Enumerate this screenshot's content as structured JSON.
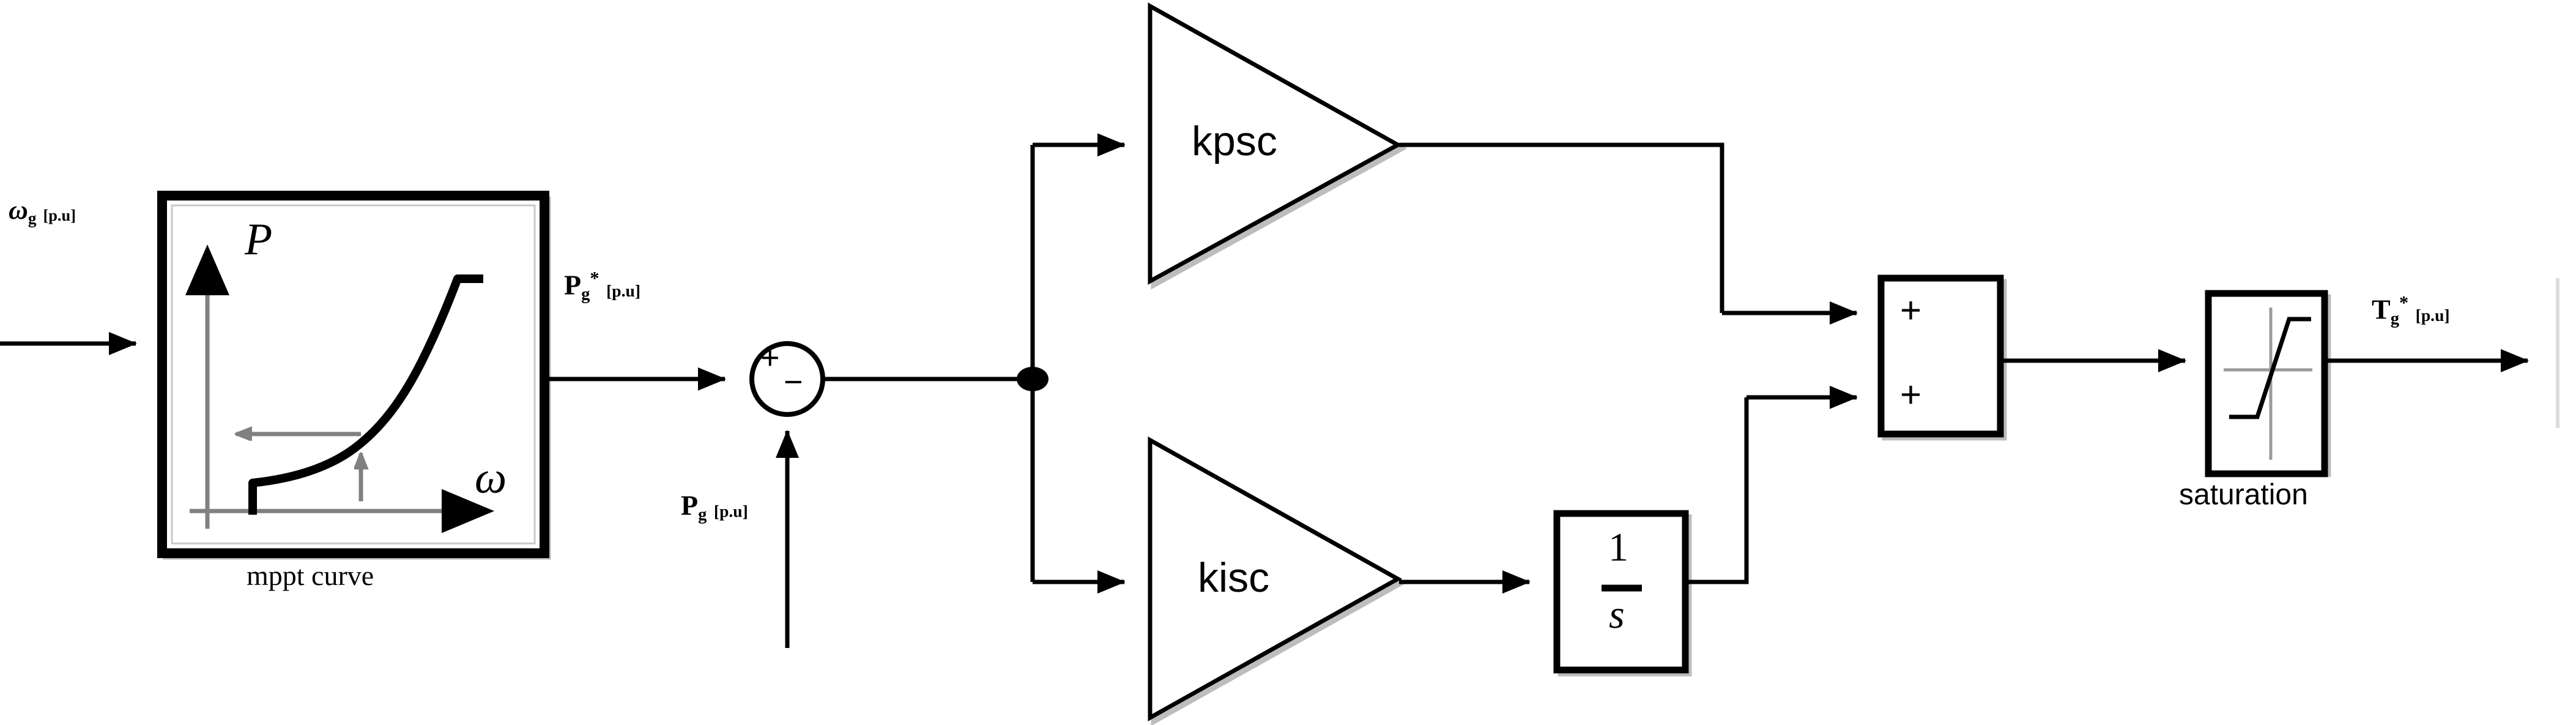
{
  "diagram": {
    "title": "MPPT power-speed control loop with PI regulator and saturation",
    "type": "control-block-diagram",
    "colors": {
      "line": "#000000",
      "block_border": "#000000",
      "axis_gray": "#808080",
      "background": "#ffffff",
      "shadow": "#b3b3b3"
    }
  },
  "signals": {
    "input_speed": {
      "base": "ω",
      "sub": "g",
      "unit": "[p.u]"
    },
    "power_reference": {
      "base": "P",
      "sub": "g",
      "sup": "*",
      "unit": "[p.u]"
    },
    "power_feedback": {
      "base": "P",
      "sub": "g",
      "unit": "[p.u]"
    },
    "torque_reference": {
      "base": "T",
      "sub": "g",
      "sup": "*",
      "unit": "[p.u]"
    }
  },
  "blocks": {
    "mppt": {
      "caption": "mppt curve",
      "axis_y_label": "P",
      "axis_x_label": "ω"
    },
    "sum_error": {
      "plus": "+",
      "minus": "−"
    },
    "gain_proportional": {
      "label": "kpsc"
    },
    "gain_integral": {
      "label": "kisc"
    },
    "integrator": {
      "numerator": "1",
      "denominator": "s"
    },
    "sum_output": {
      "plus_top": "+",
      "plus_bottom": "+"
    },
    "saturation": {
      "caption": "saturation"
    }
  },
  "chart_data": [
    {
      "type": "line",
      "name": "mppt-curve",
      "title": "",
      "xlabel": "ω",
      "ylabel": "P",
      "grid": false,
      "legend": "none",
      "description": "Power versus rotor speed MPPT characteristic: flat low-power region, rising cubic section, then constant rated-power plateau. Gray projection arrows mark the operating point onto both axes.",
      "x": [
        0.18,
        0.2,
        0.3,
        0.4,
        0.5,
        0.58,
        0.66,
        0.74,
        0.8,
        0.84,
        0.86,
        1.0
      ],
      "y": [
        0.0,
        0.11,
        0.14,
        0.18,
        0.25,
        0.35,
        0.5,
        0.7,
        0.85,
        0.93,
        1.0,
        1.0
      ],
      "xlim": [
        0,
        1.12
      ],
      "ylim": [
        0,
        1.12
      ],
      "operating_point": {
        "x": 0.66,
        "y": 0.5
      }
    },
    {
      "type": "line",
      "name": "saturation-curve",
      "title": "",
      "xlabel": "",
      "ylabel": "",
      "grid": false,
      "legend": "none",
      "description": "Symmetric saturation transfer characteristic: lower limit plateau, unity-slope linear band through origin, upper limit plateau.",
      "x": [
        -1.0,
        -0.45,
        0.45,
        1.0
      ],
      "y": [
        -0.62,
        -0.62,
        0.62,
        0.62
      ],
      "xlim": [
        -1,
        1
      ],
      "ylim": [
        -1,
        1
      ]
    }
  ]
}
